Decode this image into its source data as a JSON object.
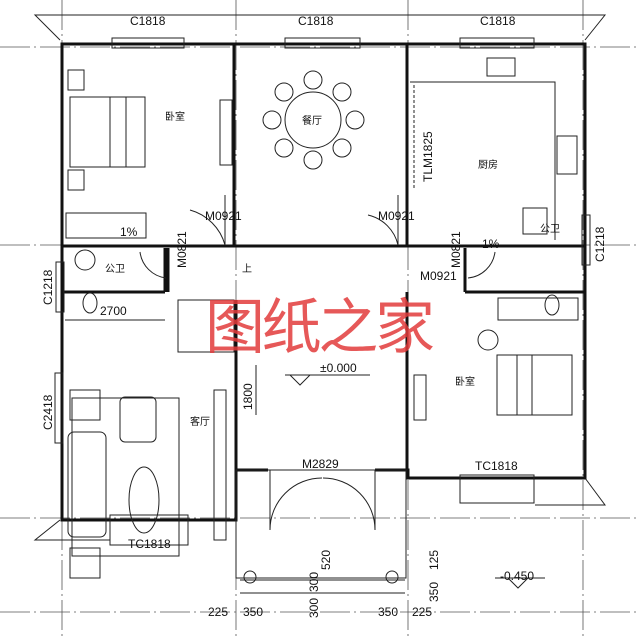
{
  "labels": {
    "win_top_left": "C1818",
    "win_top_mid": "C1818",
    "win_top_right": "C1818",
    "bedroom_nw": "卧室",
    "dining": "餐厅",
    "kitchen": "厨房",
    "kitchen_door": "TLM1825",
    "door_bed": "M0921",
    "door_kitchen": "M0921",
    "door_bath_l": "M0821",
    "door_bath_r": "M0821",
    "slope_l": "1%",
    "slope_r": "1%",
    "bath_l": "公卫",
    "bath_r": "公卫",
    "win_bath_l": "C1218",
    "win_bath_r": "C1218",
    "stair_up": "上",
    "door_bed_se": "M0921",
    "dim_2700": "2700",
    "dim_1800": "1800",
    "level_floor": "±0.000",
    "win_living": "C2418",
    "living": "客厅",
    "bedroom_se": "卧室",
    "main_door": "M2829",
    "win_living_bottom": "TC1818",
    "win_bed_bottom": "TC1818",
    "dim_300a": "300",
    "dim_520": "520",
    "dim_300b": "300",
    "dim_125": "125",
    "dim_350v": "350",
    "level_outside": "-0.450",
    "dim_225l": "225",
    "dim_350l": "350",
    "dim_350r": "350",
    "dim_225r": "225"
  },
  "watermark": "图纸之家",
  "colors": {
    "walls": "#111111",
    "watermark": "#e23b3b"
  }
}
